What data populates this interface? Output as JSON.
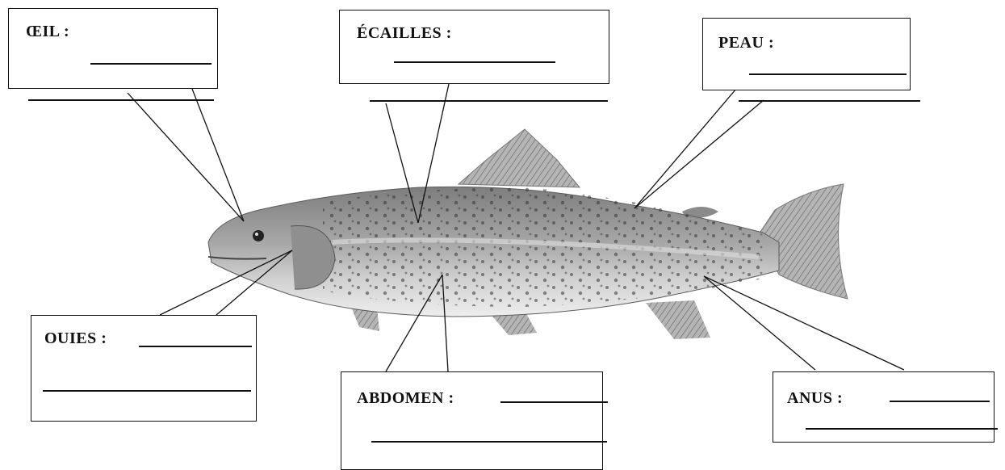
{
  "labels": {
    "oeil": "ŒIL :",
    "ecailles": "ÉCAILLES :",
    "peau": "PEAU :",
    "ouies": "OUIES :",
    "abdomen": "ABDOMEN :",
    "anus": "ANUS :"
  },
  "colors": {
    "ink": "#111111",
    "fish_back": "#8a8a8a",
    "fish_belly": "#d9d9d9",
    "spots": "#3a3a3a"
  }
}
